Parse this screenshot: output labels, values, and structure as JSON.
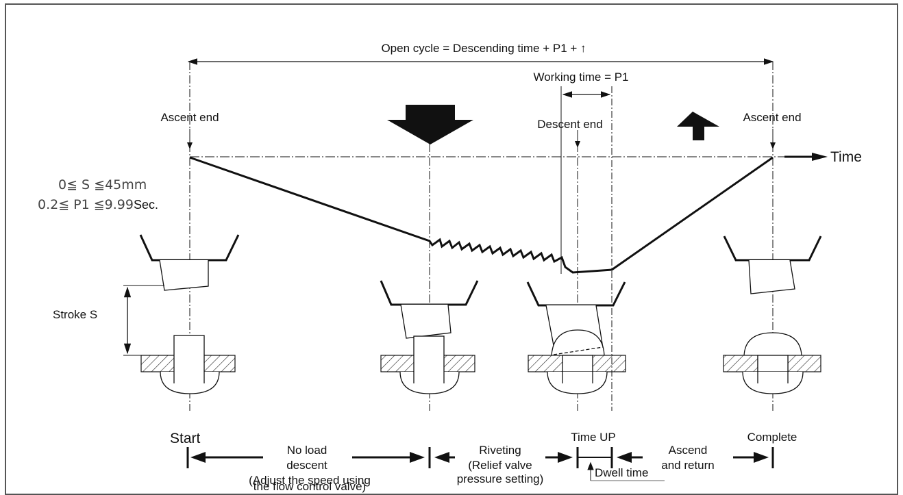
{
  "labels": {
    "open_cycle": "Open cycle = Descending time + P1 + ↑",
    "working_time": "Working time = P1",
    "ascent_end_left": "Ascent end",
    "ascent_end_right": "Ascent end",
    "descent_end": "Descent end",
    "time": "Time",
    "range_s": "0≦ S ≦45mm",
    "range_p1_main": "0.2≦ P1 ≦9.99",
    "range_p1_unit": "Sec.",
    "stroke": "Stroke S",
    "start": "Start",
    "time_up": "Time UP",
    "complete": "Complete",
    "no_load_1": "No load",
    "no_load_2": "descent",
    "no_load_3": "(Adjust the speed using",
    "no_load_4": "the flow control valve)",
    "riveting_1": "Riveting",
    "riveting_2": "(Relief valve",
    "riveting_3": "pressure setting)",
    "ascend_1": "Ascend",
    "ascend_2": "and return",
    "dwell": "Dwell time"
  },
  "icons": {
    "down_arrow": "large-down-arrow-icon",
    "up_arrow": "large-up-arrow-icon"
  },
  "colors": {
    "line": "#111111",
    "border": "#555555",
    "gray_text": "#444444"
  }
}
